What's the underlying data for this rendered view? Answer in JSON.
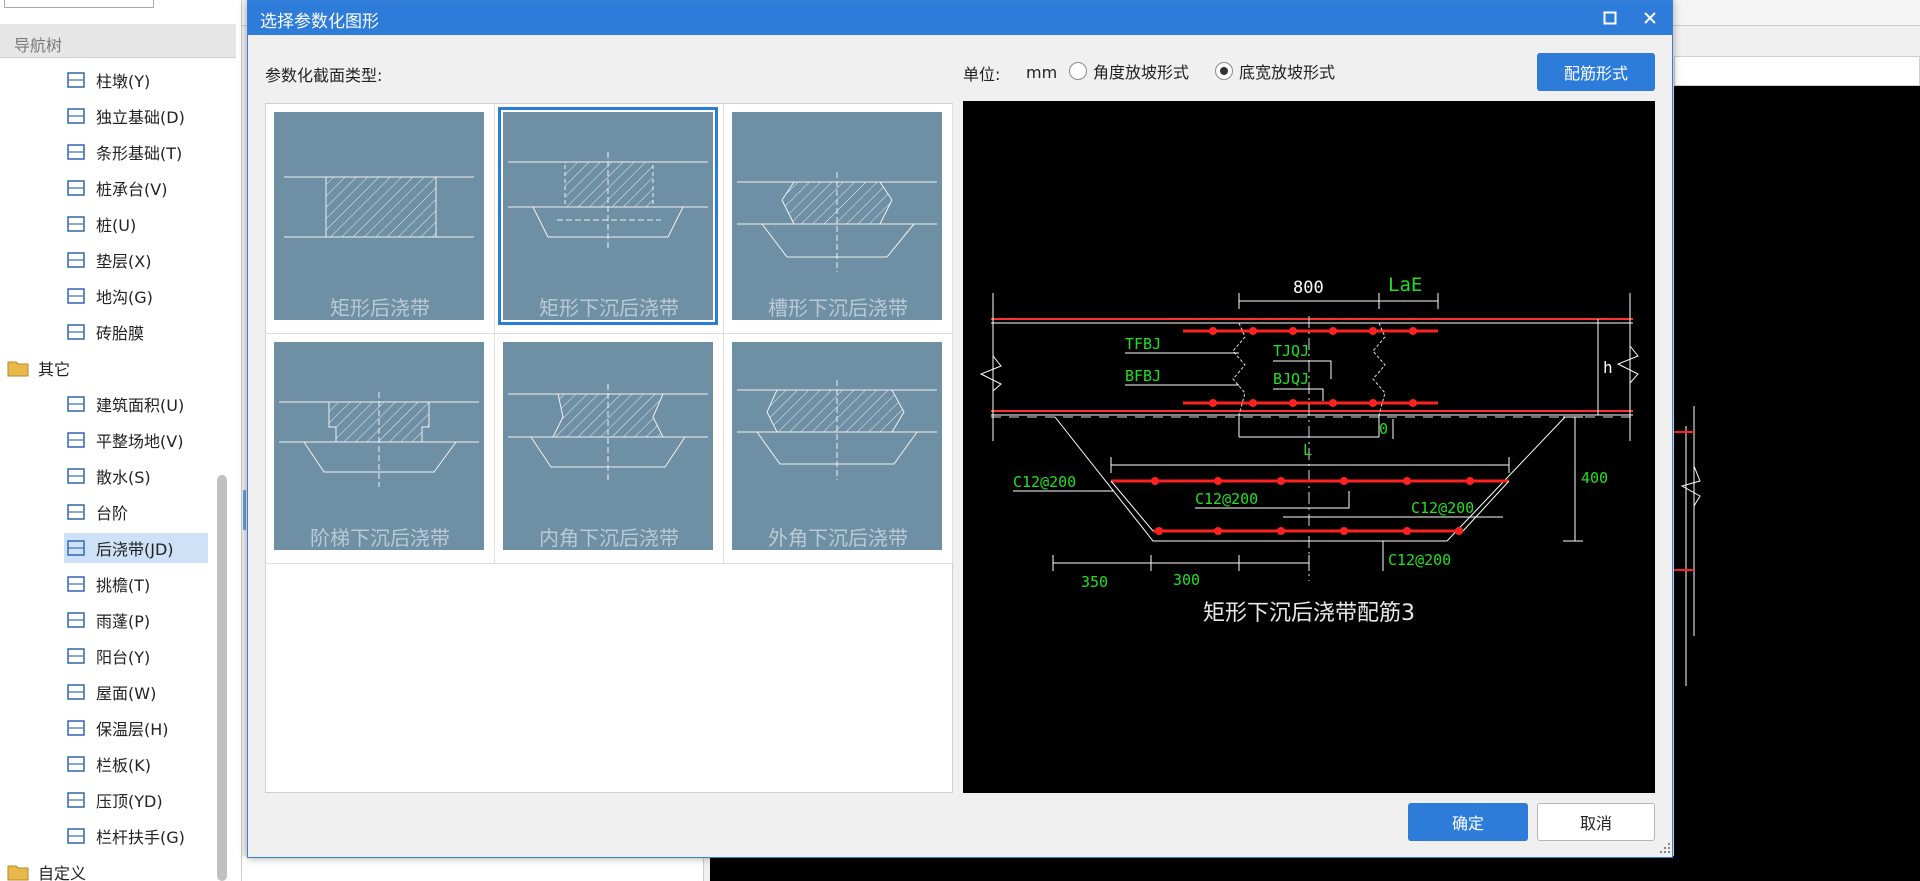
{
  "nav": {
    "header": "导航树",
    "items": [
      {
        "label": "柱墩(Y)",
        "icon": "column-pier-icon"
      },
      {
        "label": "独立基础(D)",
        "icon": "isolated-foundation-icon"
      },
      {
        "label": "条形基础(T)",
        "icon": "strip-foundation-icon"
      },
      {
        "label": "桩承台(V)",
        "icon": "pile-cap-icon"
      },
      {
        "label": "桩(U)",
        "icon": "pile-icon"
      },
      {
        "label": "垫层(X)",
        "icon": "cushion-layer-icon"
      },
      {
        "label": "地沟(G)",
        "icon": "trench-icon"
      },
      {
        "label": "砖胎膜",
        "icon": "brick-mold-icon"
      },
      {
        "label": "其它",
        "icon": "folder-icon"
      },
      {
        "label": "建筑面积(U)",
        "icon": "building-area-icon"
      },
      {
        "label": "平整场地(V)",
        "icon": "site-leveling-icon"
      },
      {
        "label": "散水(S)",
        "icon": "apron-icon"
      },
      {
        "label": "台阶",
        "icon": "steps-icon"
      },
      {
        "label": "后浇带(JD)",
        "icon": "post-cast-strip-icon"
      },
      {
        "label": "挑檐(T)",
        "icon": "cornice-icon"
      },
      {
        "label": "雨蓬(P)",
        "icon": "canopy-icon"
      },
      {
        "label": "阳台(Y)",
        "icon": "balcony-icon"
      },
      {
        "label": "屋面(W)",
        "icon": "roof-icon"
      },
      {
        "label": "保温层(H)",
        "icon": "insulation-icon"
      },
      {
        "label": "栏板(K)",
        "icon": "parapet-icon"
      },
      {
        "label": "压顶(YD)",
        "icon": "coping-icon"
      },
      {
        "label": "栏杆扶手(G)",
        "icon": "railing-icon"
      },
      {
        "label": "自定义",
        "icon": "folder-icon"
      }
    ]
  },
  "dialog": {
    "title": "选择参数化图形",
    "section_label": "参数化截面类型:",
    "unit_label": "单位:",
    "unit_value": "mm",
    "radio_angle": "角度放坡形式",
    "radio_width": "底宽放坡形式",
    "rebar_button": "配筋形式",
    "ok": "确定",
    "cancel": "取消",
    "tiles": [
      {
        "label": "矩形后浇带"
      },
      {
        "label": "矩形下沉后浇带"
      },
      {
        "label": "槽形下沉后浇带"
      },
      {
        "label": "阶梯下沉后浇带"
      },
      {
        "label": "内角下沉后浇带"
      },
      {
        "label": "外角下沉后浇带"
      }
    ],
    "selected_tile": "矩形下沉后浇带"
  },
  "preview": {
    "caption": "矩形下沉后浇带配筋3",
    "labels": {
      "dim_800": "800",
      "lae": "LaE",
      "tfbj": "TFBJ",
      "bfbj": "BFBJ",
      "tjqj": "TJQJ",
      "bjqj": "BJQJ",
      "h": "h",
      "zero": "0",
      "l": "L",
      "dim_400": "400",
      "c1": "C12@200",
      "c2": "C12@200",
      "c3": "C12@200",
      "c4": "C12@200",
      "dim_350": "350",
      "dim_300": "300"
    }
  },
  "colors": {
    "accent": "#2e7cd9",
    "thumb_bg": "#6e8fa4",
    "rebar_red": "#ff2020",
    "label_green": "#20e020"
  }
}
